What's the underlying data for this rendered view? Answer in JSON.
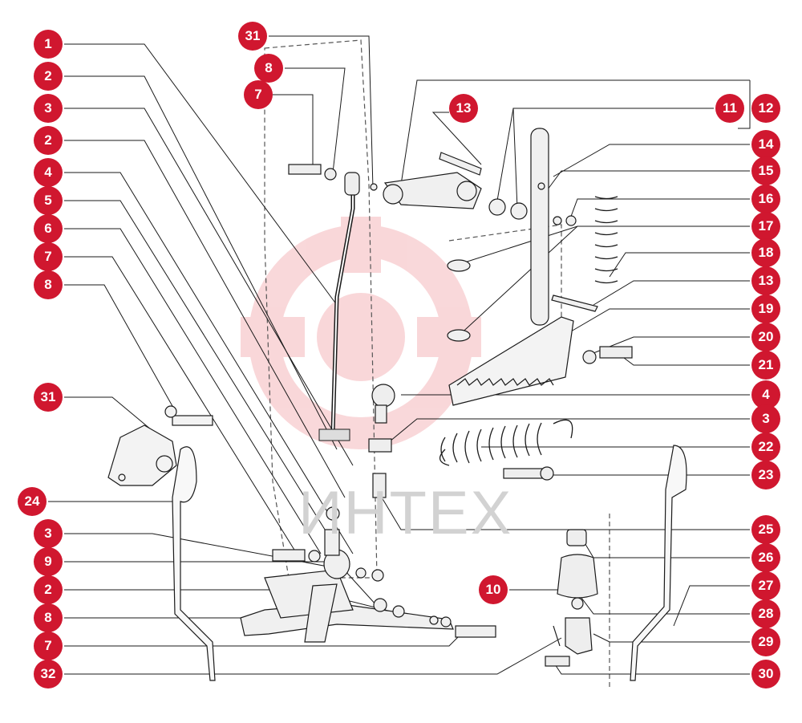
{
  "watermark": {
    "text": "ИНТЕХ",
    "color": "#f2a8ad"
  },
  "colors": {
    "callout_fill": "#d0172f",
    "callout_text": "#ffffff",
    "line": "#1a1a1a"
  },
  "callouts": [
    {
      "id": "c-1",
      "label": "1"
    },
    {
      "id": "c-2a",
      "label": "2"
    },
    {
      "id": "c-3a",
      "label": "3"
    },
    {
      "id": "c-2b",
      "label": "2"
    },
    {
      "id": "c-4a",
      "label": "4"
    },
    {
      "id": "c-5",
      "label": "5"
    },
    {
      "id": "c-6",
      "label": "6"
    },
    {
      "id": "c-7a",
      "label": "7"
    },
    {
      "id": "c-8a",
      "label": "8"
    },
    {
      "id": "c-31a",
      "label": "31"
    },
    {
      "id": "c-24",
      "label": "24"
    },
    {
      "id": "c-3b",
      "label": "3"
    },
    {
      "id": "c-9",
      "label": "9"
    },
    {
      "id": "c-2c",
      "label": "2"
    },
    {
      "id": "c-8b",
      "label": "8"
    },
    {
      "id": "c-7b",
      "label": "7"
    },
    {
      "id": "c-32",
      "label": "32"
    },
    {
      "id": "c-31b",
      "label": "31"
    },
    {
      "id": "c-8c",
      "label": "8"
    },
    {
      "id": "c-7c",
      "label": "7"
    },
    {
      "id": "c-13a",
      "label": "13"
    },
    {
      "id": "c-11",
      "label": "11"
    },
    {
      "id": "c-12",
      "label": "12"
    },
    {
      "id": "c-14",
      "label": "14"
    },
    {
      "id": "c-15",
      "label": "15"
    },
    {
      "id": "c-16",
      "label": "16"
    },
    {
      "id": "c-17",
      "label": "17"
    },
    {
      "id": "c-18",
      "label": "18"
    },
    {
      "id": "c-13b",
      "label": "13"
    },
    {
      "id": "c-19",
      "label": "19"
    },
    {
      "id": "c-20",
      "label": "20"
    },
    {
      "id": "c-21",
      "label": "21"
    },
    {
      "id": "c-4b",
      "label": "4"
    },
    {
      "id": "c-3c",
      "label": "3"
    },
    {
      "id": "c-22",
      "label": "22"
    },
    {
      "id": "c-23",
      "label": "23"
    },
    {
      "id": "c-25",
      "label": "25"
    },
    {
      "id": "c-26",
      "label": "26"
    },
    {
      "id": "c-27",
      "label": "27"
    },
    {
      "id": "c-10",
      "label": "10"
    },
    {
      "id": "c-28",
      "label": "28"
    },
    {
      "id": "c-29",
      "label": "29"
    },
    {
      "id": "c-30",
      "label": "30"
    }
  ]
}
